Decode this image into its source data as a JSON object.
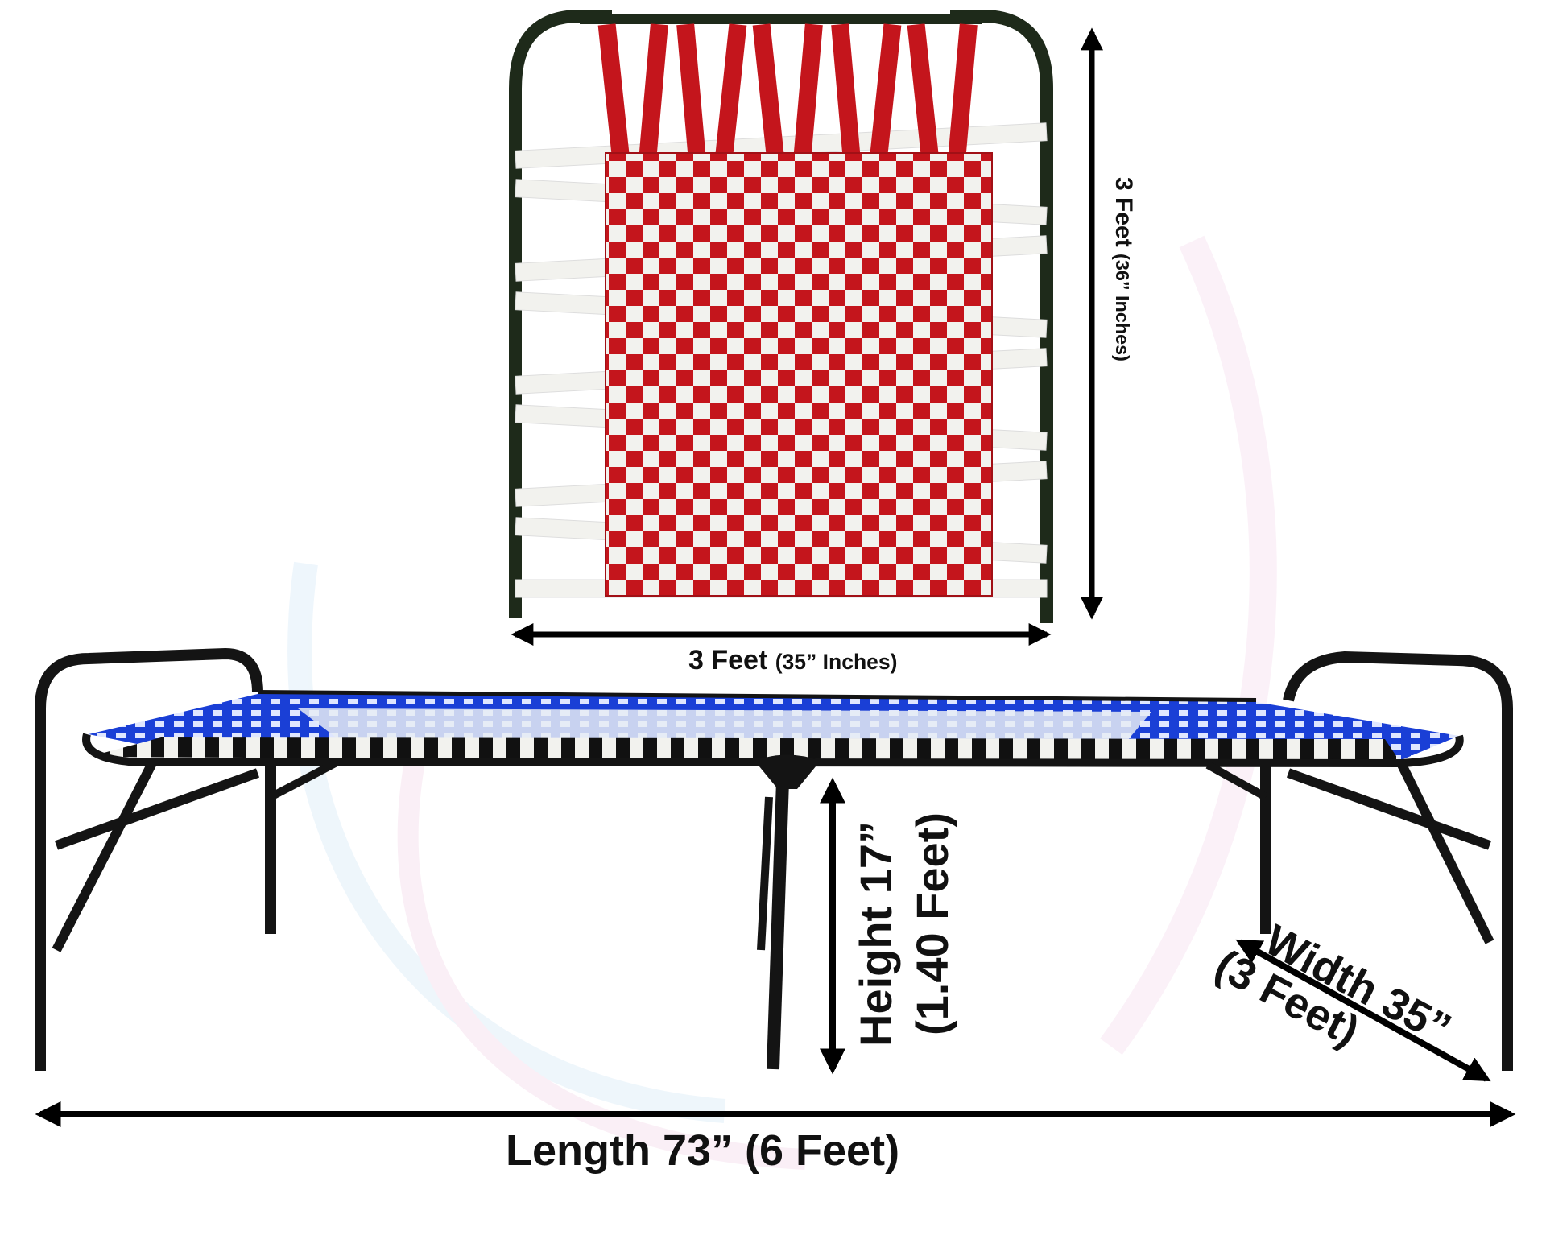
{
  "colors": {
    "frame": "#141414",
    "red_strap": "#c4151c",
    "white_strap": "#f2f2ee",
    "blue_strap": "#1a3fd6",
    "arrow": "#000000",
    "text": "#111111"
  },
  "labels": {
    "folded_height": {
      "main": "3 Feet ",
      "paren": "(36” Inches)"
    },
    "folded_width": {
      "main": "3 Feet ",
      "paren": "(35” Inches)"
    },
    "height": {
      "line1": "Height 17”",
      "line2": "(1.40 Feet)"
    },
    "width": {
      "line1": "Width 35”",
      "line2": "(3 Feet)"
    },
    "length": "Length 73” (6 Feet)"
  }
}
